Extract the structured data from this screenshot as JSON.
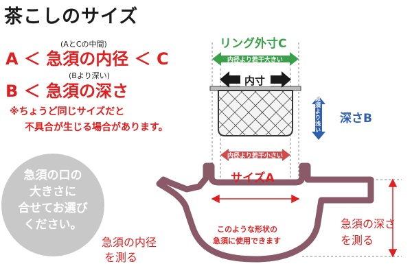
{
  "title": "茶こしのサイズ",
  "condition_a": {
    "note": "(AとCの中間)",
    "text": "A ＜ 急須の内径 ＜ C"
  },
  "condition_b": {
    "note": "(Bより深い)",
    "text": "B ＜ 急須の深さ"
  },
  "warning": {
    "line1": "※ちょうど同じサイズだと",
    "line2": "不具合が生じる場合があります。"
  },
  "circle_note": [
    "急須の口の",
    "大きさに",
    "合せてお選び",
    "ください。"
  ],
  "diagram": {
    "ring_label": "リング外寸C",
    "ring_arrow_text": "内径より若干大きい",
    "inner_label": "内寸",
    "depth_label": "深さB",
    "depth_arrow_text": "急須より浅い",
    "size_arrow_text": "内径より若干小さい",
    "size_label": "サイズA",
    "pot_inner_label": [
      "急須の内径",
      "を測る"
    ],
    "pot_depth_label": [
      "急須の深さ",
      "を測る"
    ],
    "pot_note": [
      "このような形状の",
      "急須に使用できます"
    ]
  },
  "colors": {
    "red": "#e02020",
    "green": "#3aa14a",
    "blue": "#2f5fb0",
    "pot": "#8a5a68",
    "gray": "#c8c8c8"
  }
}
